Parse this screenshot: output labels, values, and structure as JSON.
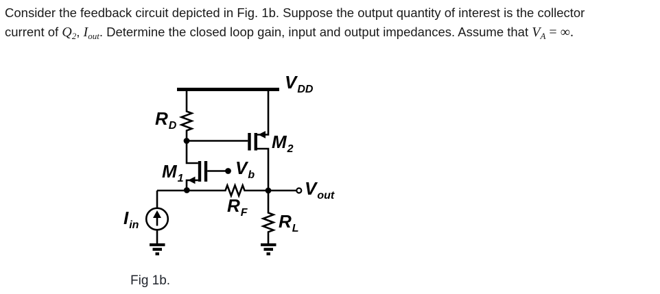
{
  "problem": {
    "line1": "Consider the feedback circuit depicted in Fig. 1b. Suppose the output quantity of interest is the collector",
    "line2": {
      "part1": "current of ",
      "q_main": "Q",
      "q_sub": "2",
      "comma": ", ",
      "i_main": "I",
      "i_sub": "out",
      "part2": ". Determine the closed loop gain, input and output impedances. Assume that ",
      "va_main": "V",
      "va_sub": "A",
      "part3": " = ∞."
    }
  },
  "circuit": {
    "labels": {
      "vdd": {
        "main": "V",
        "sub": "DD"
      },
      "rd": {
        "main": "R",
        "sub": "D"
      },
      "m2": {
        "main": "M",
        "sub": "2"
      },
      "m1": {
        "main": "M",
        "sub": "1"
      },
      "vb": {
        "main": "V",
        "sub": "b"
      },
      "rf": {
        "main": "R",
        "sub": "F"
      },
      "rl": {
        "main": "R",
        "sub": "L"
      },
      "vout": {
        "main": "V",
        "sub": "out"
      },
      "iin": {
        "main": "I",
        "sub": "in"
      }
    },
    "caption": "Fig 1b.",
    "colors": {
      "line": "#000000",
      "text": "#1a1a1a"
    }
  }
}
